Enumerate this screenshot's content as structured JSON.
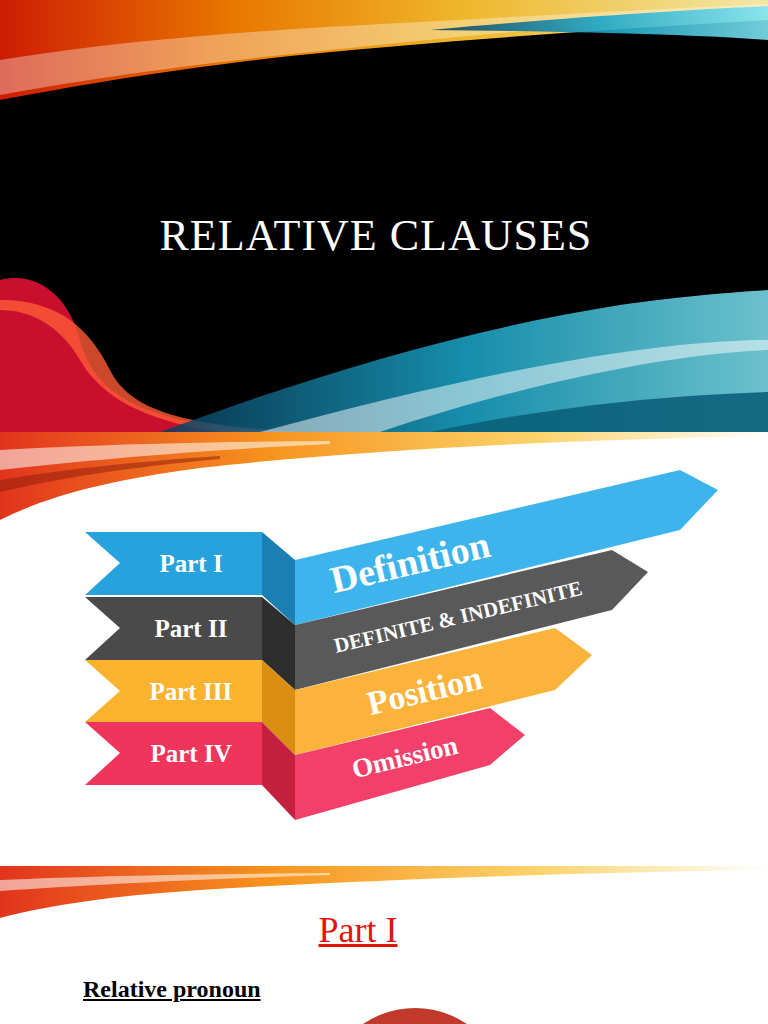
{
  "diagram": {
    "title": "RELATIVE CLAUSES",
    "nodes": [
      {
        "text": [
          "Part I"
        ]
      },
      {
        "text": [
          "Definition"
        ]
      },
      {
        "text": [
          "Part II"
        ]
      },
      {
        "text": [
          "DEFINITE & INDEFINITE"
        ]
      },
      {
        "text": [
          "Part III"
        ]
      },
      {
        "text": [
          "Position"
        ]
      },
      {
        "text": [
          "Part IV"
        ]
      },
      {
        "text": [
          "Omission"
        ]
      }
    ],
    "labels": [
      "Part I",
      "Relative pronoun"
    ]
  }
}
